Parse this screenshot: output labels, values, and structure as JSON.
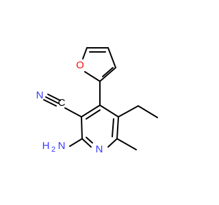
{
  "molecule": {
    "atoms": {
      "n_ring": "N",
      "o_furan": "O",
      "n_nitrile": "N",
      "nh2_h": "H",
      "nh2_subscript": "2",
      "nh2_n": "N",
      "c_nitrile": "C"
    },
    "colors": {
      "bond": "#000000",
      "nitrogen": "#3838ff",
      "oxygen": "#ff0d0d",
      "nh2": "#3838ff",
      "carbon_label": "#000000"
    }
  }
}
